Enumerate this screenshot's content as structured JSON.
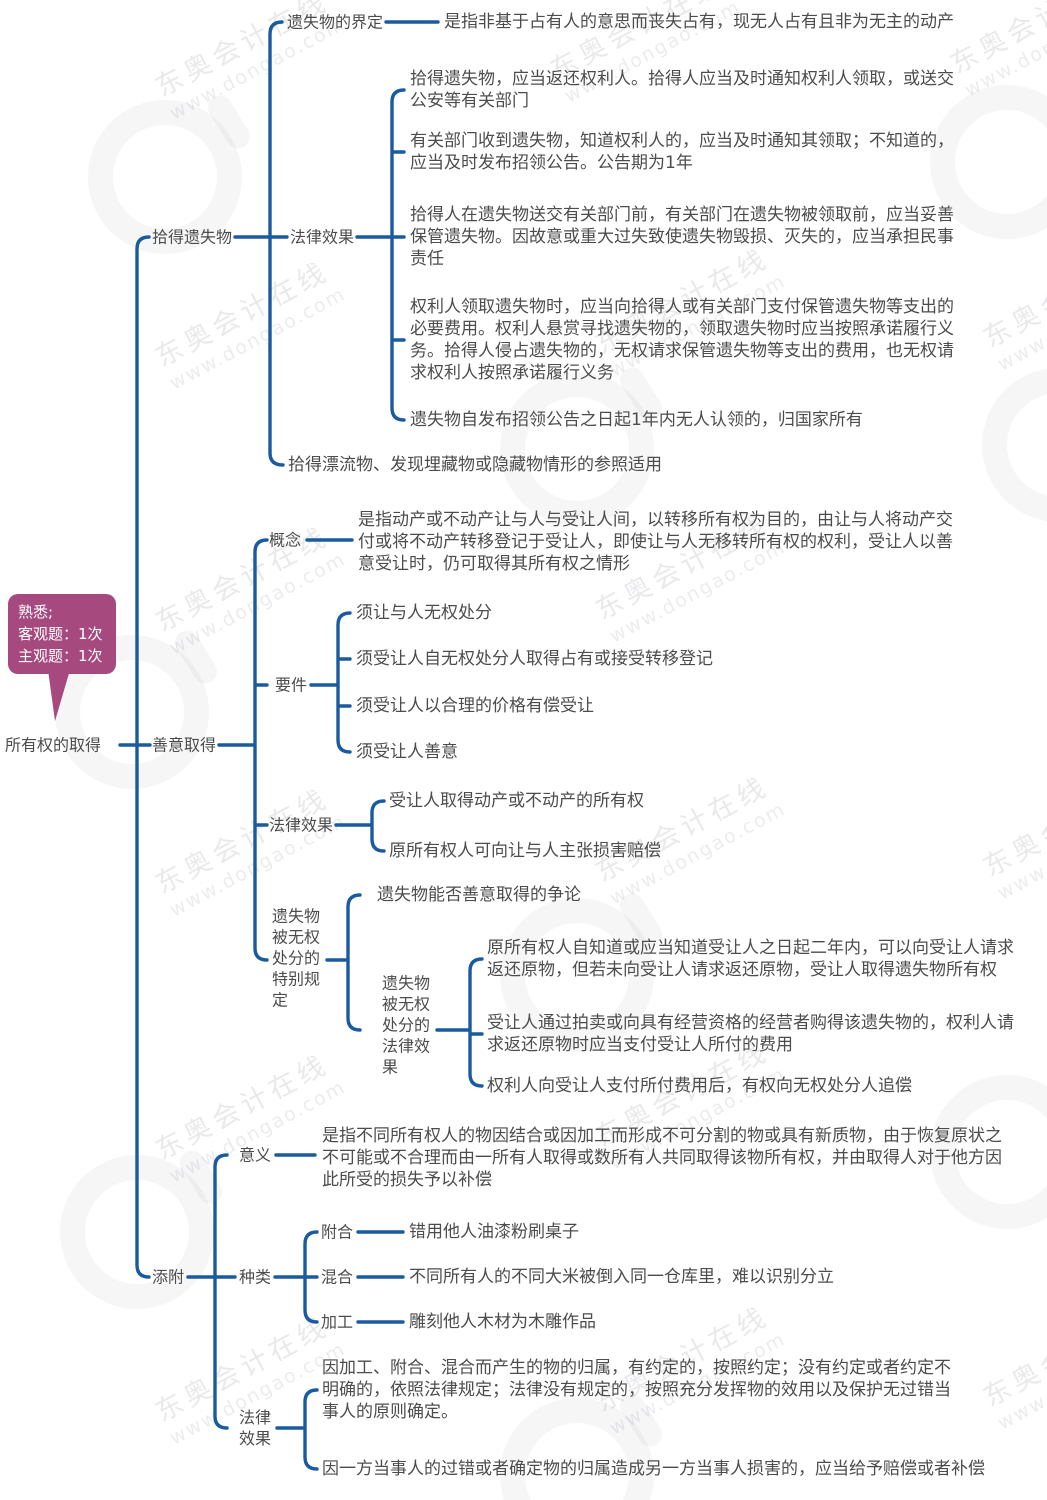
{
  "watermark": {
    "brand": "东奥会计在线",
    "site": "www.dongao.com"
  },
  "annotation": {
    "line1": "熟悉;",
    "line2": "客观题：1次",
    "line3": "主观题：1次"
  },
  "root": {
    "label": "所有权的取得"
  },
  "colors": {
    "line": "#1a5a9e",
    "text": "#4c4c4c",
    "annotation_bg": "#a5497f"
  },
  "found": {
    "label": "拾得遗失物",
    "definition": {
      "label": "遗失物的界定",
      "text": "是指非基于占有人的意思而丧失占有，现无人占有且非为无主的动产"
    },
    "legal": {
      "label": "法律效果",
      "items": [
        "拾得遗失物，应当返还权利人。拾得人应当及时通知权利人领取，或送交公安等有关部门",
        "有关部门收到遗失物，知道权利人的，应当及时通知其领取；不知道的，应当及时发布招领公告。公告期为1年",
        "拾得人在遗失物送交有关部门前，有关部门在遗失物被领取前，应当妥善保管遗失物。因故意或重大过失致使遗失物毁损、灭失的，应当承担民事责任",
        "权利人领取遗失物时，应当向拾得人或有关部门支付保管遗失物等支出的必要费用。权利人悬赏寻找遗失物的，领取遗失物时应当按照承诺履行义务。拾得人侵占遗失物的，无权请求保管遗失物等支出的费用，也无权请求权利人按照承诺履行义务",
        "遗失物自发布招领公告之日起1年内无人认领的，归国家所有"
      ]
    },
    "reference": "拾得漂流物、发现埋藏物或隐藏物情形的参照适用"
  },
  "goodfaith": {
    "label": "善意取得",
    "concept": {
      "label": "概念",
      "text": "是指动产或不动产让与人与受让人间，以转移所有权为目的，由让与人将动产交付或将不动产转移登记于受让人，即使让与人无移转所有权的权利，受让人以善意受让时，仍可取得其所有权之情形"
    },
    "elements": {
      "label": "要件",
      "items": [
        "须让与人无权处分",
        "须受让人自无权处分人取得占有或接受转移登记",
        "须受让人以合理的价格有偿受让",
        "须受让人善意"
      ]
    },
    "legal": {
      "label": "法律效果",
      "items": [
        "受让人取得动产或不动产的所有权",
        "原所有权人可向让与人主张损害赔偿"
      ]
    },
    "special": {
      "label": "遗失物被无权处分的特别规定",
      "debate": "遗失物能否善意取得的争论",
      "effect": {
        "label": "遗失物被无权处分的法律效果",
        "items": [
          "原所有权人自知道或应当知道受让人之日起二年内，可以向受让人请求返还原物，但若未向受让人请求返还原物，受让人取得遗失物所有权",
          "受让人通过拍卖或向具有经营资格的经营者购得该遗失物的，权利人请求返还原物时应当支付受让人所付的费用",
          "权利人向受让人支付所付费用后，有权向无权处分人追偿"
        ]
      }
    }
  },
  "accession": {
    "label": "添附",
    "meaning": {
      "label": "意义",
      "text": "是指不同所有权人的物因结合或因加工而形成不可分割的物或具有新质物，由于恢复原状之不可能或不合理而由一所有人取得或数所有人共同取得该物所有权，并由取得人对于他方因此所受的损失予以补偿"
    },
    "types": {
      "label": "种类",
      "items": [
        {
          "label": "附合",
          "example": "错用他人油漆粉刷桌子"
        },
        {
          "label": "混合",
          "example": "不同所有人的不同大米被倒入同一仓库里，难以识别分立"
        },
        {
          "label": "加工",
          "example": "雕刻他人木材为木雕作品"
        }
      ]
    },
    "legal": {
      "label": "法律效果",
      "items": [
        "因加工、附合、混合而产生的物的归属，有约定的，按照约定；没有约定或者约定不明确的，依照法律规定；法律没有规定的，按照充分发挥物的效用以及保护无过错当事人的原则确定。",
        "因一方当事人的过错或者确定物的归属造成另一方当事人损害的，应当给予赔偿或者补偿"
      ]
    }
  }
}
